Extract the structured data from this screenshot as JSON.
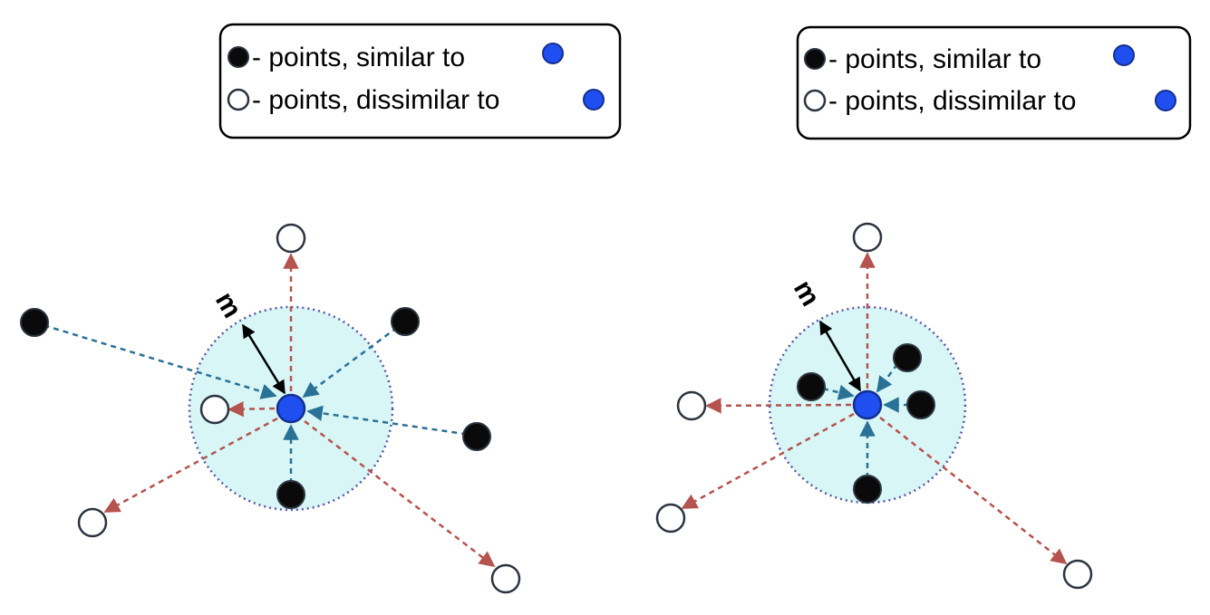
{
  "colors": {
    "anchor": "#1f4ff0",
    "anchor_stroke": "#152f8f",
    "similar": "#0a0a0a",
    "dissimilar_fill": "#ffffff",
    "dissimilar_stroke": "#2b3440",
    "pull_arrow": "#2a7196",
    "push_arrow": "#b5534e",
    "margin_fill": "#d8f6f6",
    "margin_border": "#5b56a8",
    "legend_border": "#000000"
  },
  "icons": {
    "similar": "filled-black-circle",
    "dissimilar": "hollow-circle",
    "anchor": "filled-blue-circle"
  },
  "panels": [
    {
      "legend": {
        "similar_label": "- points, similar to",
        "dissimilar_label": "- points, dissimilar to"
      },
      "margin_label": "m"
    },
    {
      "legend": {
        "similar_label": "- points, similar to",
        "dissimilar_label": "- points, dissimilar to"
      },
      "margin_label": "m"
    }
  ]
}
